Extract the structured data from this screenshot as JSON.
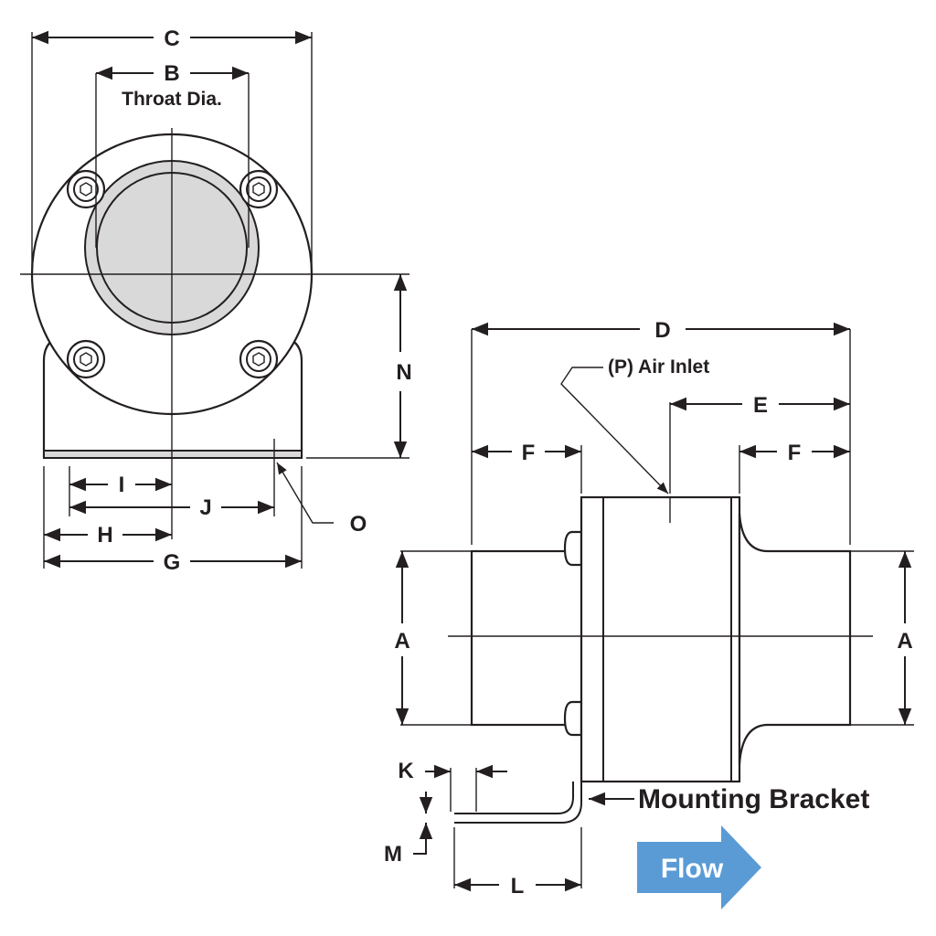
{
  "labels": {
    "C": "C",
    "B": "B",
    "throat": "Throat Dia.",
    "N": "N",
    "I": "I",
    "J": "J",
    "H": "H",
    "G": "G",
    "O": "O",
    "D": "D",
    "air_inlet": "(P) Air Inlet",
    "E": "E",
    "F": "F",
    "A": "A",
    "K": "K",
    "M": "M",
    "L": "L",
    "mounting_bracket": "Mounting Bracket",
    "flow": "Flow"
  },
  "colors": {
    "line": "#231f20",
    "shade": "#d9d9d9",
    "flow_arrow": "#5b9bd5"
  }
}
